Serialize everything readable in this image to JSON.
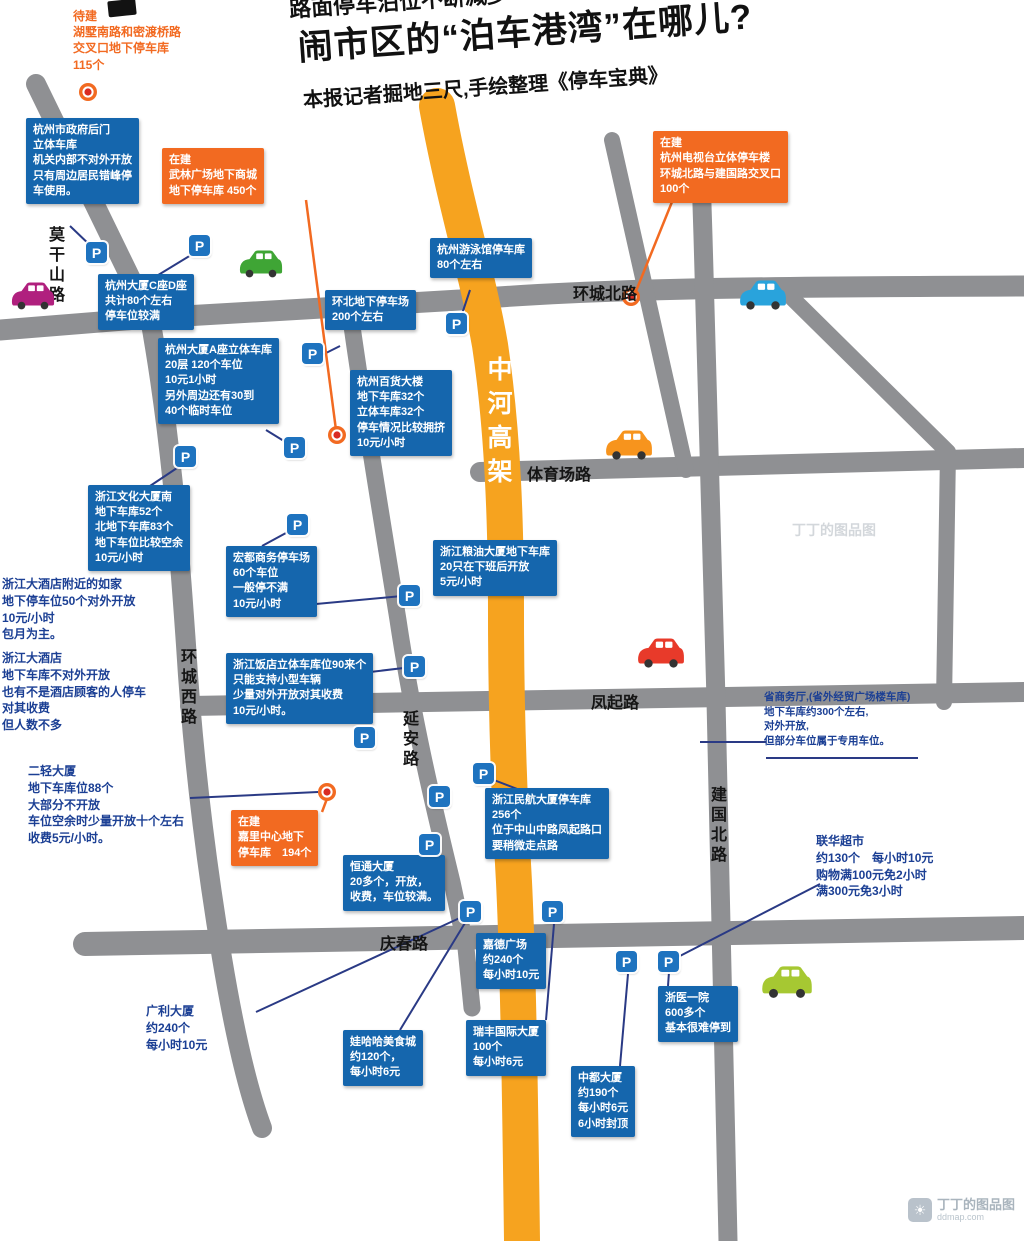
{
  "header": {
    "top_cut_line": "路面停车泊位不断减少",
    "title": "闹市区的“泊车港湾”在哪儿?",
    "subtitle": "本报记者掘地三尺,手绘整理《停车宝典》"
  },
  "p_sign": {
    "label": "P"
  },
  "road_labels": [
    {
      "id": "moganshan",
      "text": "莫干山路"
    },
    {
      "id": "huancheng-north",
      "text": "环城北路"
    },
    {
      "id": "zhonghe-elevated",
      "text": "中河高架"
    },
    {
      "id": "tiyuchang",
      "text": "体育场路"
    },
    {
      "id": "huancheng-west",
      "text": "环城西路"
    },
    {
      "id": "yanan",
      "text": "延安路"
    },
    {
      "id": "fengqi",
      "text": "凤起路"
    },
    {
      "id": "jianguo-north",
      "text": "建国北路"
    },
    {
      "id": "qingchun",
      "text": "庆春路"
    }
  ],
  "planned_text": "待建\n湖墅南路和密渡桥路\n交叉口地下停车库\n115个",
  "construction": [
    {
      "name": "武林广场",
      "text": "在建\n武林广场地下商城\n地下停车库 450个"
    },
    {
      "name": "杭州电视台",
      "text": "在建\n杭州电视台立体停车楼\n环城北路与建国路交叉口\n100个"
    },
    {
      "name": "嘉里中心",
      "text": "在建\n嘉里中心地下\n停车库　194个"
    }
  ],
  "parking": [
    {
      "name": "杭州市政府后门",
      "text": "杭州市政府后门\n立体车库\n机关内部不对外开放\n只有周边居民错峰停\n车使用。"
    },
    {
      "name": "杭州大厦C座D座",
      "text": "杭州大厦C座D座\n共计80个左右\n停车位较满"
    },
    {
      "name": "杭州游泳馆",
      "text": "杭州游泳馆停车库\n80个左右"
    },
    {
      "name": "环北地下停车场",
      "text": "环北地下停车场\n200个左右"
    },
    {
      "name": "杭州大厦A座",
      "text": "杭州大厦A座立体车库\n20层  120个车位\n10元1小时\n另外周边还有30到\n40个临时车位"
    },
    {
      "name": "杭州百货大楼",
      "text": "杭州百货大楼\n地下车库32个\n立体车库32个\n停车情况比较拥挤\n10元/小时"
    },
    {
      "name": "浙江文化大厦",
      "text": "浙江文化大厦南\n地下车库52个\n北地下车库83个\n地下车位比较空余\n10元/小时"
    },
    {
      "name": "宏都商务停车场",
      "text": "宏都商务停车场\n60个车位\n一般停不满\n10元/小时"
    },
    {
      "name": "浙江粮油大厦",
      "text": "浙江粮油大厦地下车库\n20只在下班后开放\n5元/小时"
    },
    {
      "name": "浙江饭店",
      "text": "浙江饭店立体车库位90来个\n只能支持小型车辆\n少量对外开放对其收费\n10元/小时。"
    },
    {
      "name": "浙江民航大厦",
      "text": "浙江民航大厦停车库\n256个\n位于中山中路凤起路口\n要稍微走点路"
    },
    {
      "name": "恒通大厦",
      "text": "恒通大厦\n20多个，开放，\n收费，车位较满。"
    },
    {
      "name": "嘉德广场",
      "text": "嘉德广场\n约240个\n每小时10元"
    },
    {
      "name": "娃哈哈美食城",
      "text": "娃哈哈美食城\n约120个，\n每小时6元"
    },
    {
      "name": "瑞丰国际大厦",
      "text": "瑞丰国际大厦\n100个\n每小时6元"
    },
    {
      "name": "中都大厦",
      "text": "中都大厦\n约190个\n每小时6元\n6小时封顶"
    },
    {
      "name": "浙医一院",
      "text": "浙医一院\n600多个\n基本很难停到"
    }
  ],
  "notes": [
    {
      "name": "如家",
      "text": "浙江大酒店附近的如家\n地下停车位50个对外开放\n10元/小时\n包月为主。"
    },
    {
      "name": "浙江大酒店",
      "text": "浙江大酒店\n地下车库不对外开放\n也有不是酒店顾客的人停车\n对其收费\n但人数不多"
    },
    {
      "name": "二轻大厦",
      "text": "二轻大厦\n地下车库位88个\n大部分不开放\n车位空余时少量开放十个左右\n收费5元/小时。"
    },
    {
      "name": "省商务厅",
      "text": "省商务厅,(省外经贸广场楼车库)\n地下车库约300个左右,\n对外开放,\n但部分车位属于专用车位。"
    },
    {
      "name": "联华超市",
      "text": "联华超市\n约130个　每小时10元\n购物满100元免2小时\n满300元免3小时"
    },
    {
      "name": "广利大厦",
      "text": "广利大厦\n约240个\n每小时10元"
    }
  ],
  "cars": [
    {
      "name": "magenta-car",
      "color": "#b0207e"
    },
    {
      "name": "green-car",
      "color": "#3fa535"
    },
    {
      "name": "blue-car",
      "color": "#29a3dc"
    },
    {
      "name": "orange-car",
      "color": "#f7941d"
    },
    {
      "name": "red-car",
      "color": "#e83a2a"
    },
    {
      "name": "lime-car",
      "color": "#a6c832"
    }
  ],
  "watermark": {
    "faint": "丁丁的图品图",
    "icon": "☀",
    "main": "丁丁的图品图",
    "sub": "ddmap.com"
  },
  "colors": {
    "box_blue": "#1566ad",
    "construction_orange": "#f26a21",
    "road_gray": "#8f9093",
    "elevated_orange": "#f6a31f",
    "p_blue": "#1e73bf",
    "note_navy": "#1b3f94"
  }
}
